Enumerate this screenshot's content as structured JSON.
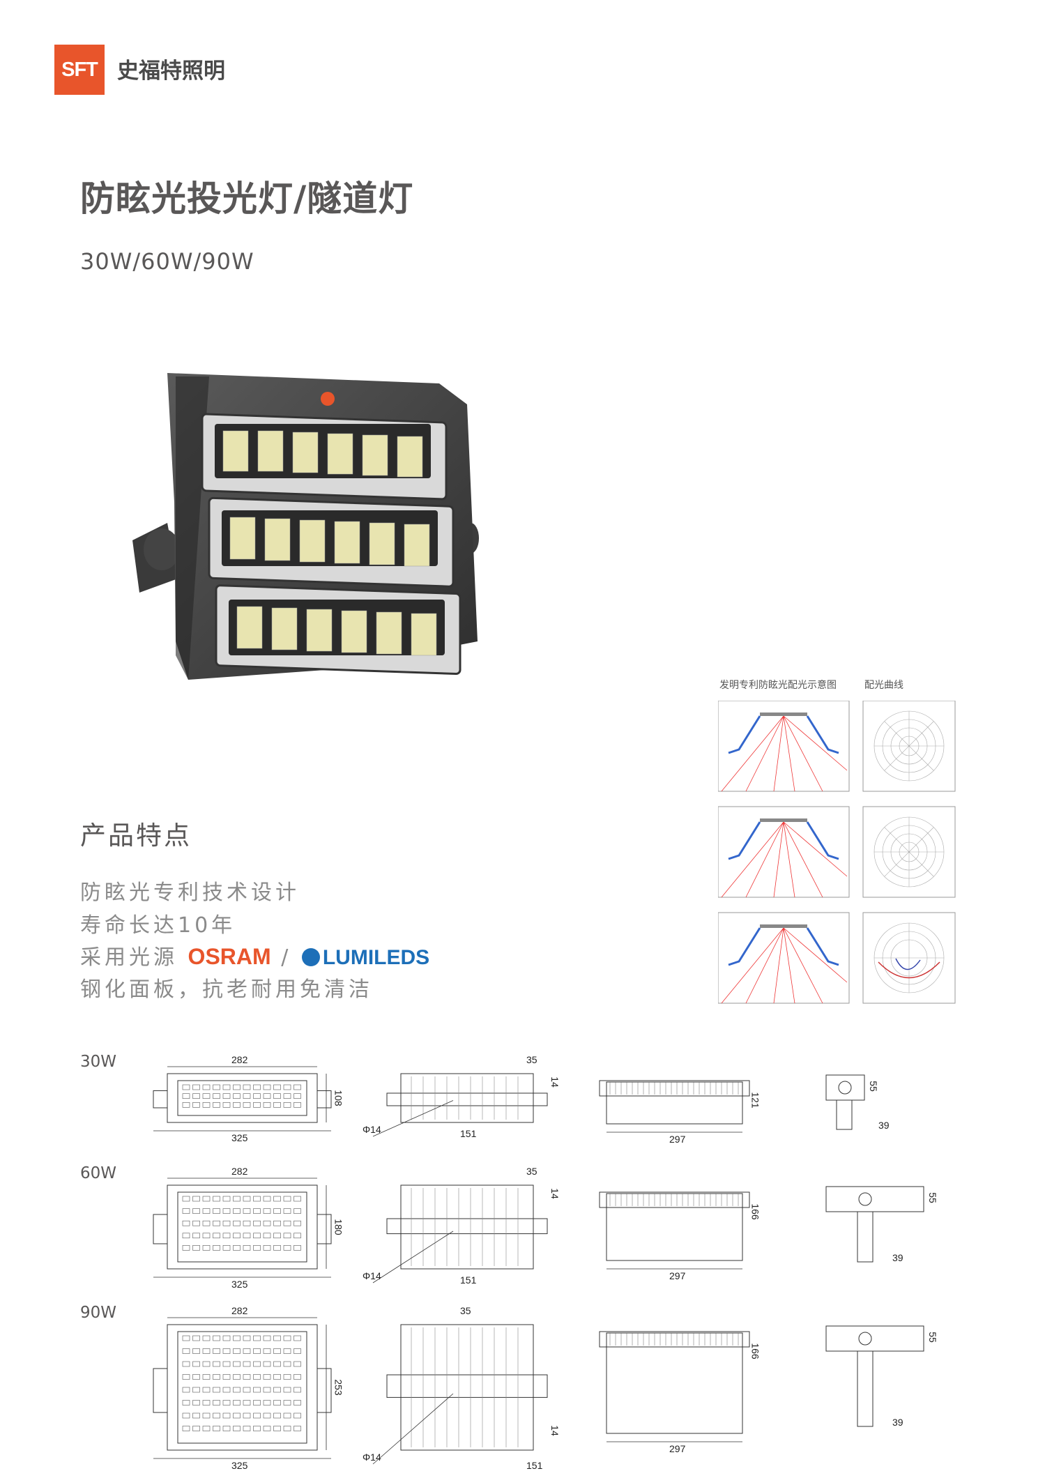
{
  "brand": {
    "logo_mark": "SFT",
    "name": "史福特照明"
  },
  "title": "防眩光投光灯/隧道灯",
  "subtitle": "30W/60W/90W",
  "features": {
    "heading": "产品特点",
    "items": [
      "防眩光专利技术设计",
      "寿命长达10年"
    ],
    "source_prefix": "采用光源",
    "source_brand_1": "OSRAM",
    "source_sep": "/",
    "source_brand_2": "LUMILEDS",
    "last_item": "钢化面板，抗老耐用免清洁"
  },
  "diagram_captions": {
    "patent": "发明专利防眩光配光示意图",
    "curve": "配光曲线"
  },
  "drawings": [
    {
      "watt": "30W",
      "front_top": "282",
      "front_bottom": "325",
      "front_side": "108",
      "side_top": "35",
      "side_right": "14",
      "side_phi": "Φ14",
      "side_bottom": "151",
      "view3_bottom": "297",
      "view3_side": "121",
      "view4_side": "55",
      "view4_bottom": "39"
    },
    {
      "watt": "60W",
      "front_top": "282",
      "front_bottom": "325",
      "front_side": "180",
      "side_top": "35",
      "side_right": "14",
      "side_phi": "Φ14",
      "side_bottom": "151",
      "view3_bottom": "297",
      "view3_side": "166",
      "view4_side": "55",
      "view4_bottom": "39"
    },
    {
      "watt": "90W",
      "front_top": "282",
      "front_bottom": "325",
      "front_side": "253",
      "side_top": "151",
      "side_right": "14",
      "side_phi": "Φ14",
      "side_bottom": "35",
      "view3_bottom": "297",
      "view3_side": "166",
      "view4_side": "55",
      "view4_bottom": "39"
    }
  ],
  "colors": {
    "brand_orange": "#e8552b",
    "lumileds_blue": "#1d6fb8",
    "text_gray": "#595757"
  }
}
